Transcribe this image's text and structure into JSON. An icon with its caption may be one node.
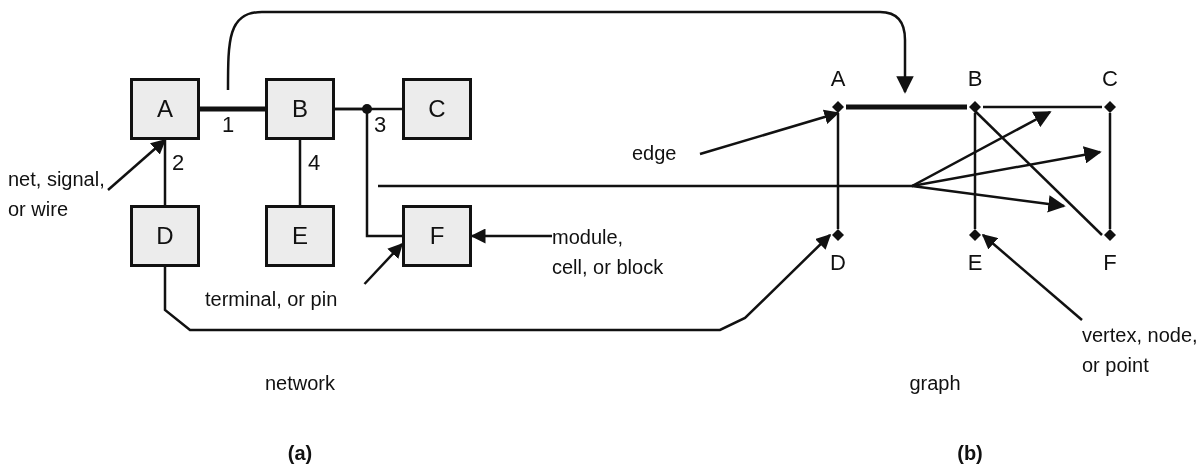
{
  "diagram": {
    "nodes": [
      {
        "text": [
          "A"
        ]
      },
      {
        "text": [
          "B"
        ]
      },
      {
        "text": [
          "C"
        ]
      },
      {
        "text": [
          "D"
        ]
      },
      {
        "text": [
          "E"
        ]
      },
      {
        "text": [
          "F"
        ]
      },
      {
        "text": [
          "A"
        ]
      },
      {
        "text": [
          "B"
        ]
      },
      {
        "text": [
          "C"
        ]
      },
      {
        "text": [
          "D"
        ]
      },
      {
        "text": [
          "E"
        ]
      },
      {
        "text": [
          "F"
        ]
      },
      {
        "text": [
          "net, signal, or wire"
        ]
      },
      {
        "text": [
          "terminal, or pin"
        ]
      },
      {
        "text": [
          "module, cell, or block"
        ]
      },
      {
        "text": [
          "edge"
        ]
      },
      {
        "text": [
          "vertex, node, or point"
        ]
      }
    ],
    "edges": [
      {
        "from": 0,
        "to": 1,
        "arrow": "none",
        "label": "1",
        "style": "thick"
      },
      {
        "from": 0,
        "to": 3,
        "arrow": "none",
        "label": "2"
      },
      {
        "from": 1,
        "to": 2,
        "arrow": "none",
        "label": "3"
      },
      {
        "from": 1,
        "to": 5,
        "arrow": "none"
      },
      {
        "from": 1,
        "to": 4,
        "arrow": "none",
        "label": "4"
      },
      {
        "from": 6,
        "to": 7,
        "arrow": "none",
        "style": "thick"
      },
      {
        "from": 7,
        "to": 8,
        "arrow": "none"
      },
      {
        "from": 8,
        "to": 11,
        "arrow": "none"
      },
      {
        "from": 6,
        "to": 9,
        "arrow": "none"
      },
      {
        "from": 7,
        "to": 10,
        "arrow": "none"
      },
      {
        "from": 7,
        "to": 11,
        "arrow": "none"
      },
      {
        "from": 12,
        "to": 0,
        "arrow": "to"
      },
      {
        "from": 13,
        "to": 5,
        "arrow": "to"
      },
      {
        "from": 14,
        "to": 5,
        "arrow": "to"
      },
      {
        "from": 15,
        "to": 6,
        "arrow": "to"
      },
      {
        "from": 16,
        "to": 10,
        "arrow": "to"
      },
      {
        "from": 3,
        "to": 9,
        "arrow": "to"
      }
    ],
    "labels": [
      "network",
      "graph",
      "(a)",
      "(b)"
    ]
  }
}
